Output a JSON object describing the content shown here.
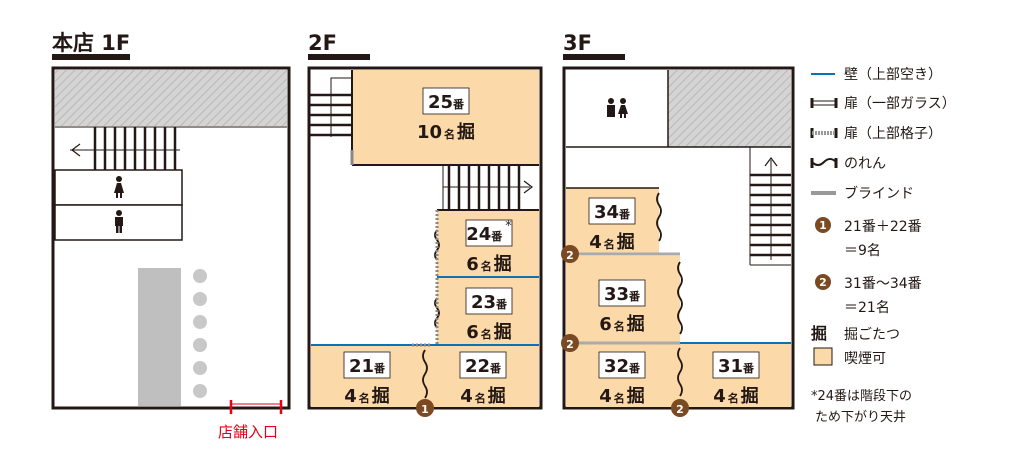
{
  "floors": {
    "f1": {
      "title": "本店 1F",
      "entrance": "店舗入口"
    },
    "f2": {
      "title": "2F"
    },
    "f3": {
      "title": "3F"
    }
  },
  "rooms": {
    "r25": {
      "num": "25",
      "ban": "番",
      "cap": "10",
      "unit": "名",
      "kotatsu": "掘"
    },
    "r24": {
      "num": "24",
      "ban": "番",
      "cap": "6",
      "unit": "名",
      "kotatsu": "掘",
      "note": "*"
    },
    "r23": {
      "num": "23",
      "ban": "番",
      "cap": "6",
      "unit": "名",
      "kotatsu": "掘"
    },
    "r21": {
      "num": "21",
      "ban": "番",
      "cap": "4",
      "unit": "名",
      "kotatsu": "掘"
    },
    "r22": {
      "num": "22",
      "ban": "番",
      "cap": "4",
      "unit": "名",
      "kotatsu": "掘"
    },
    "r34": {
      "num": "34",
      "ban": "番",
      "cap": "4",
      "unit": "名",
      "kotatsu": "掘"
    },
    "r33": {
      "num": "33",
      "ban": "番",
      "cap": "6",
      "unit": "名",
      "kotatsu": "掘"
    },
    "r32": {
      "num": "32",
      "ban": "番",
      "cap": "4",
      "unit": "名",
      "kotatsu": "掘"
    },
    "r31": {
      "num": "31",
      "ban": "番",
      "cap": "4",
      "unit": "名",
      "kotatsu": "掘"
    }
  },
  "markers": {
    "m1": "1",
    "m2": "2"
  },
  "legend": {
    "wall": "壁（上部空き）",
    "door_glass": "扉（一部ガラス）",
    "door_lattice": "扉（上部格子）",
    "noren": "のれん",
    "blind": "ブラインド",
    "group1_a": "21番＋22番",
    "group1_b": "＝9名",
    "group2_a": "31番〜34番",
    "group2_b": "＝21名",
    "kotatsu_icon": "掘",
    "kotatsu": "掘ごたつ",
    "smoking": "喫煙可",
    "note_a": "*24番は階段下の",
    "note_b": "ため下がり天井"
  },
  "colors": {
    "room": "#fbd9a8",
    "wall": "#0a72b8",
    "marker": "#7b4a22",
    "entrance": "#e60012",
    "gray": "#c8c8c8"
  }
}
